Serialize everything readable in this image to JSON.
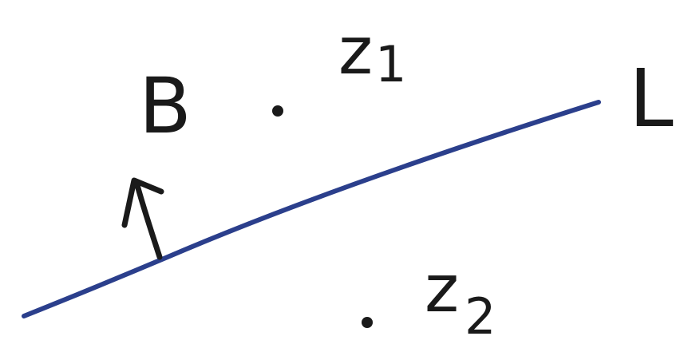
{
  "labels": {
    "region": "B",
    "point_1_letter": "z",
    "point_1_sub": "1",
    "point_2_letter": "z",
    "point_2_sub": "2",
    "line": "L"
  },
  "colors": {
    "line": "#2b3f8c",
    "ink": "#1a1a1a",
    "background": "#ffffff"
  }
}
